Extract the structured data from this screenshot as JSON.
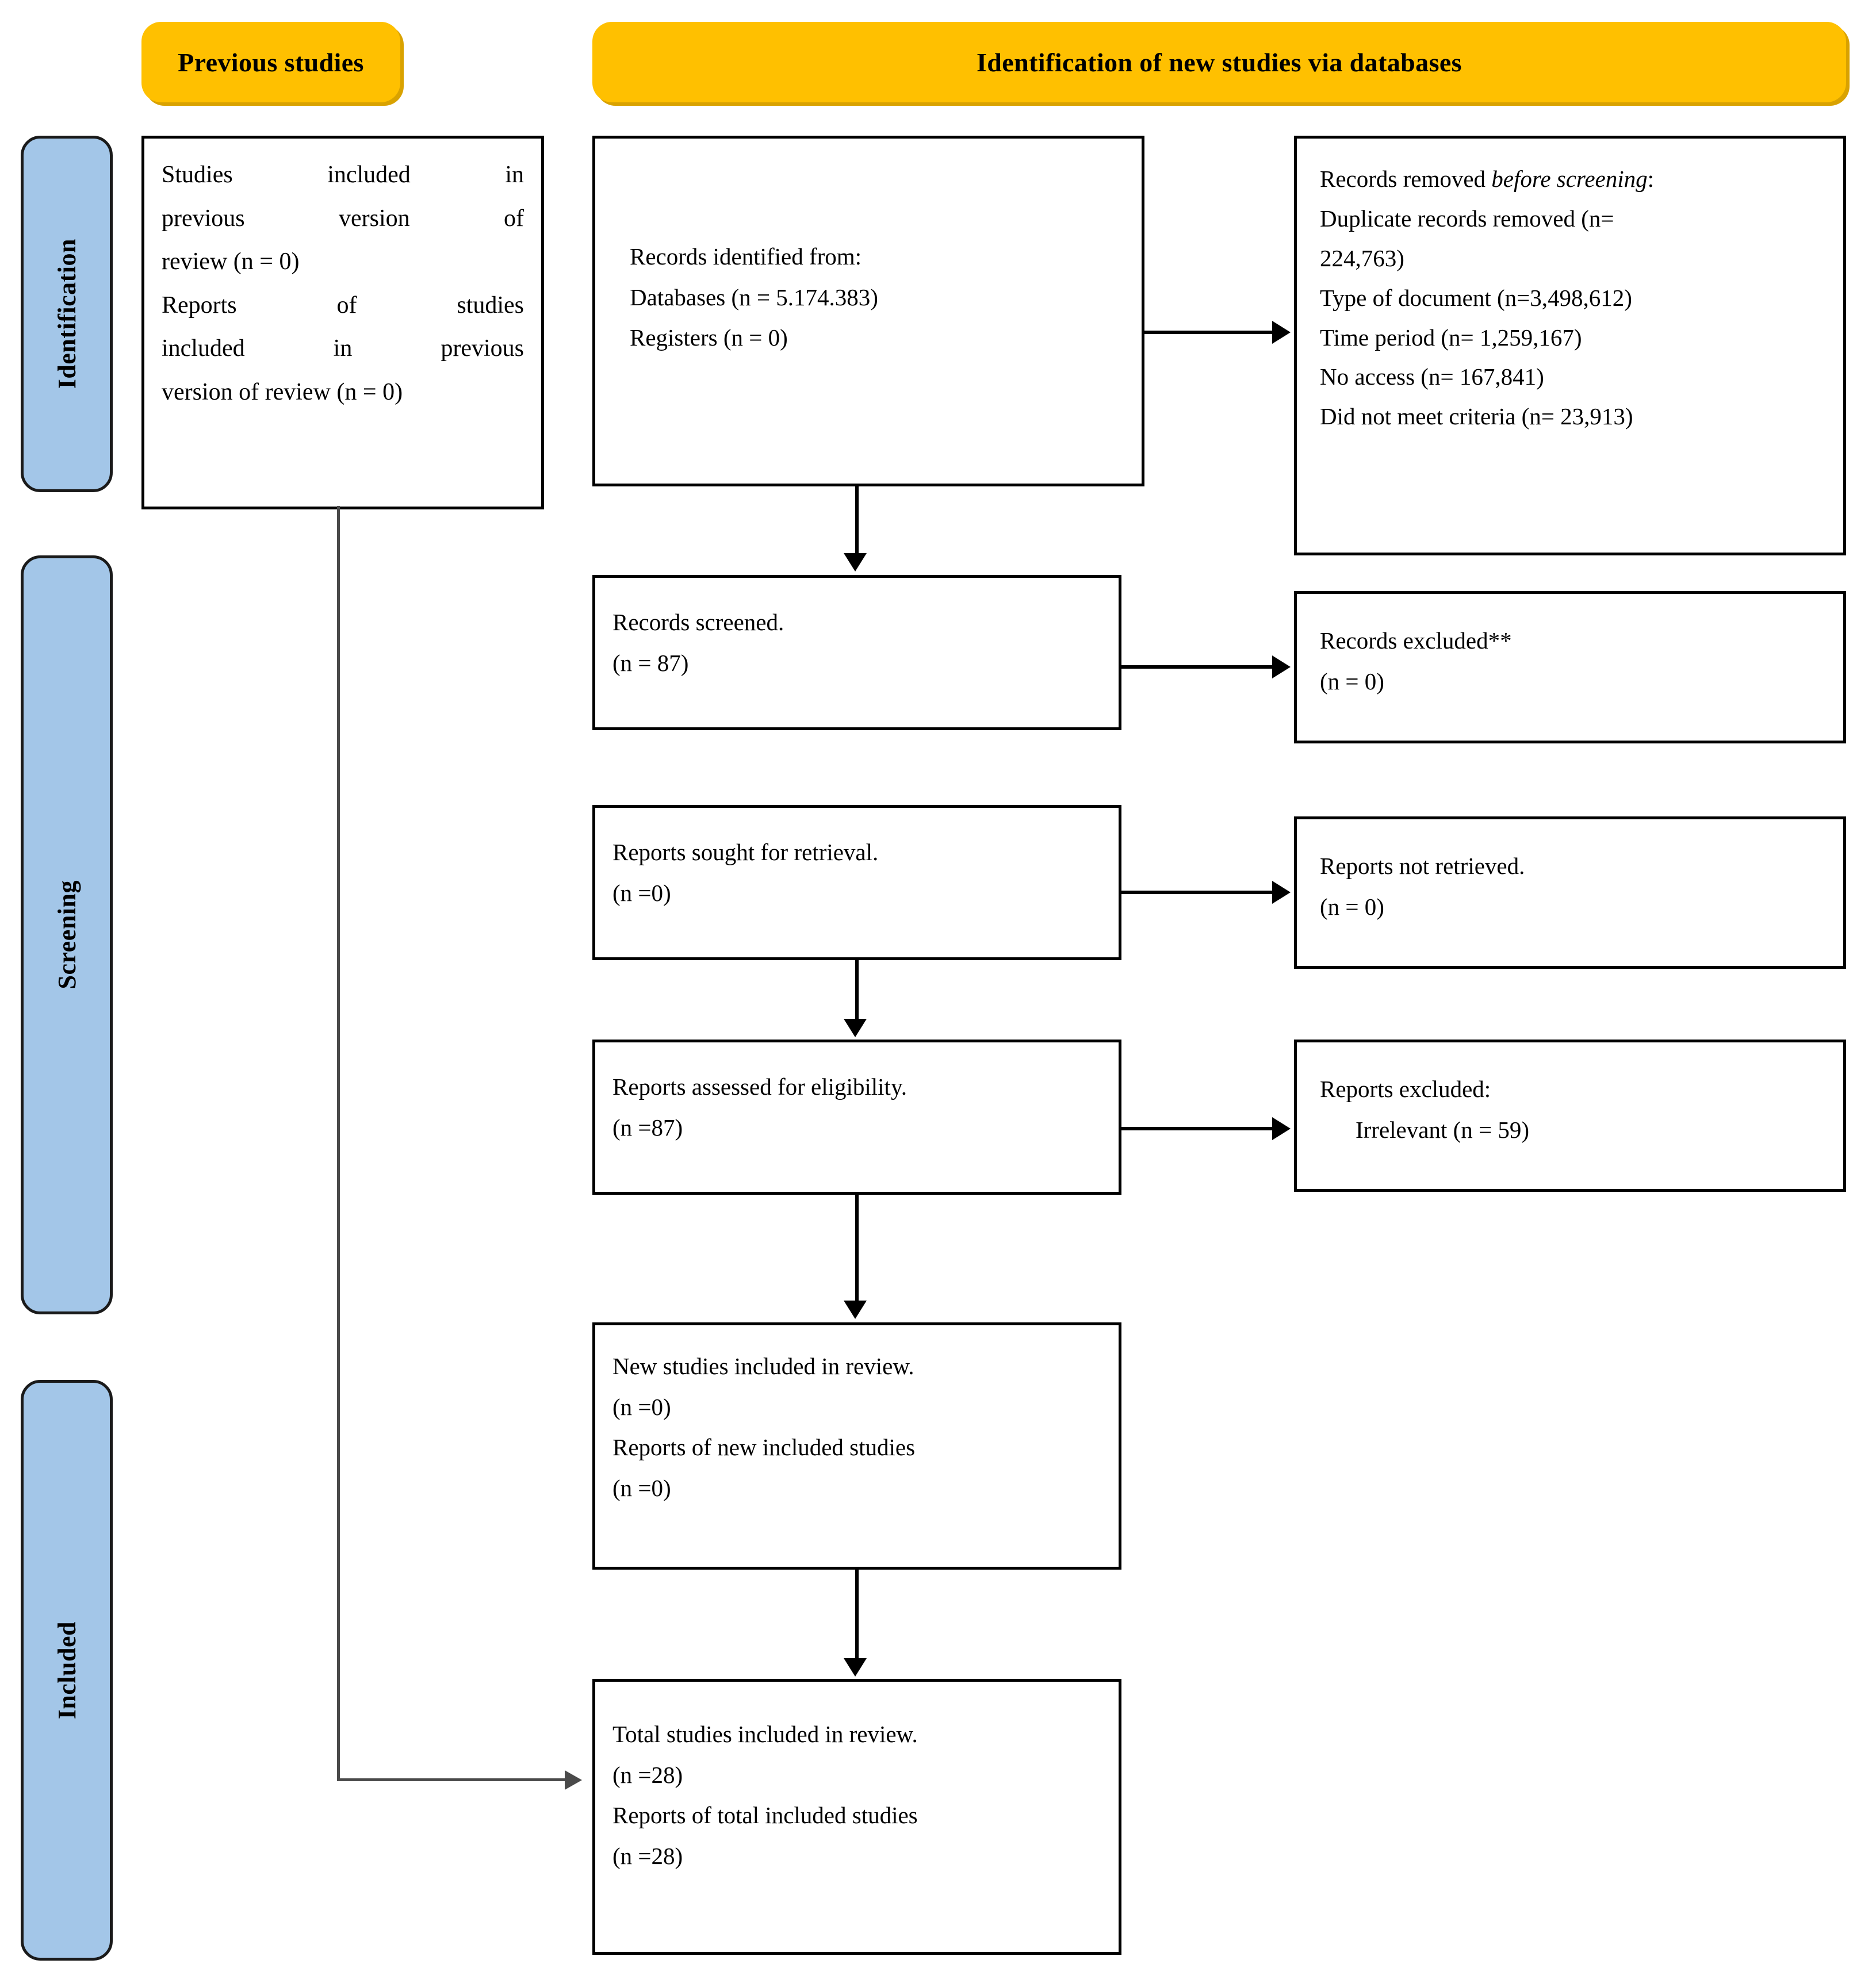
{
  "banners": {
    "previous": "Previous studies",
    "new": "Identification of new studies via databases"
  },
  "stages": [
    {
      "label": "Identification"
    },
    {
      "label": "Screening"
    },
    {
      "label": "Included"
    }
  ],
  "boxes": {
    "previous_studies": {
      "line1": "Studies included in",
      "line2": "previous version of",
      "line3": "review (n = 0)",
      "line4": "Reports of studies",
      "line5": "included in previous",
      "line6": "version of review (n = 0)"
    },
    "records_identified": {
      "line1": "Records identified from:",
      "line2": "Databases (n = 5.174.383)",
      "line3": "Registers (n = 0)"
    },
    "records_removed": {
      "title_plain": "Records removed ",
      "title_italic": "before screening",
      "title_colon": ":",
      "line2": "Duplicate records removed (n=",
      "line3": "224,763)",
      "line4": "Type of document (n=3,498,612)",
      "line5": "Time period (n= 1,259,167)",
      "line6": "No access (n= 167,841)",
      "line7": "Did not meet criteria (n= 23,913)"
    },
    "records_screened": {
      "line1": "Records screened.",
      "line2": "(n = 87)"
    },
    "records_excluded": {
      "line1": "Records excluded**",
      "line2": "(n = 0)"
    },
    "reports_sought": {
      "line1": "Reports sought for retrieval.",
      "line2": "(n =0)"
    },
    "reports_not_retrieved": {
      "line1": "Reports not retrieved.",
      "line2": "(n = 0)"
    },
    "reports_assessed": {
      "line1": "Reports assessed for eligibility.",
      "line2": "(n =87)"
    },
    "reports_excluded": {
      "line1": "Reports excluded:",
      "line2": "Irrelevant (n = 59)"
    },
    "new_studies_included": {
      "line1": "New studies included in review.",
      "line2": "(n =0)",
      "line3": "Reports of new included studies",
      "line4": "(n =0)"
    },
    "total_studies_included": {
      "line1": "Total studies included in review.",
      "line2": "(n =28)",
      "line3": "Reports of total included studies",
      "line4": "(n =28)"
    }
  },
  "colors": {
    "banner_yellow": "#FFC000",
    "banner_shadow": "#D9A200",
    "stage_blue": "#A3C6E8",
    "box_border": "#000000",
    "connector": "#000000"
  }
}
